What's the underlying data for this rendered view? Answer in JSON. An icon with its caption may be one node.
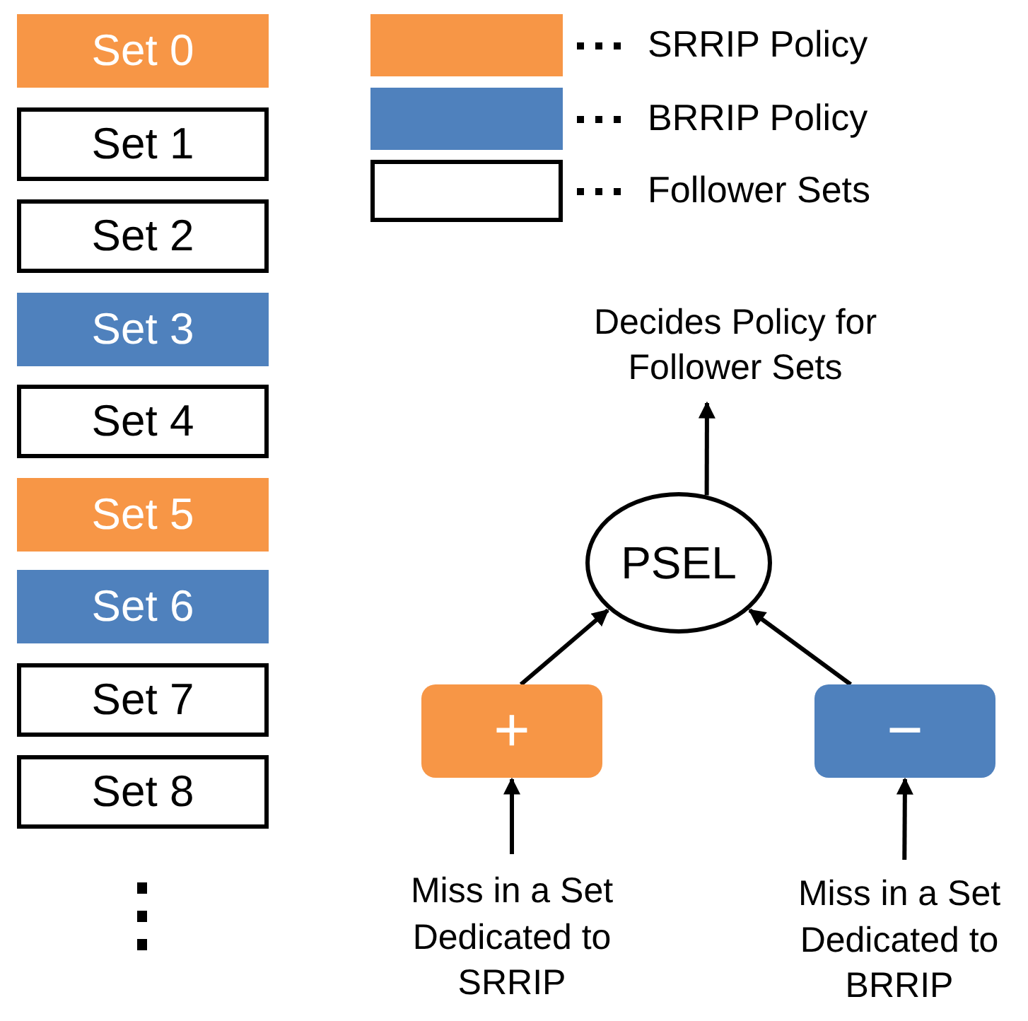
{
  "diagram": {
    "nodes": [
      {
        "text": [
          "Set 0"
        ]
      },
      {
        "text": [
          "Set 1"
        ]
      },
      {
        "text": [
          "Set 2"
        ]
      },
      {
        "text": [
          "Set 3"
        ]
      },
      {
        "text": [
          "Set 4"
        ]
      },
      {
        "text": [
          "Set 5"
        ]
      },
      {
        "text": [
          "Set 6"
        ]
      },
      {
        "text": [
          "Set 7"
        ]
      },
      {
        "text": [
          "Set 8"
        ]
      },
      {
        "text": [
          "Decides Policy for Follower Sets"
        ]
      },
      {
        "text": [
          "PSEL"
        ]
      },
      {
        "text": [
          "+"
        ]
      },
      {
        "text": [
          "−"
        ]
      },
      {
        "text": [
          "Miss in a Set Dedicated to SRRIP"
        ]
      },
      {
        "text": [
          "Miss in a Set Dedicated to BRRIP"
        ]
      }
    ],
    "edges": [
      {
        "from": 10,
        "to": 9,
        "arrow": "to"
      },
      {
        "from": 11,
        "to": 10,
        "arrow": "to"
      },
      {
        "from": 12,
        "to": 10,
        "arrow": "to"
      },
      {
        "from": 13,
        "to": 11,
        "arrow": "to"
      },
      {
        "from": 14,
        "to": 12,
        "arrow": "to"
      }
    ],
    "legend": [
      {
        "text": "SRRIP Policy",
        "color": "#f79646"
      },
      {
        "text": "BRRIP Policy",
        "color": "#4f81bd"
      },
      {
        "text": "Follower Sets"
      }
    ]
  }
}
